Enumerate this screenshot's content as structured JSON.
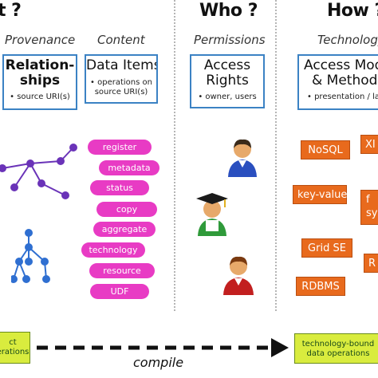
{
  "columns": [
    {
      "heading": "t ?",
      "subheads": [
        "Provenance",
        "Content"
      ]
    },
    {
      "heading": "Who ?",
      "subheads": [
        "Permissions"
      ]
    },
    {
      "heading": "How ?",
      "subheads": [
        "Technology"
      ]
    }
  ],
  "boxes": [
    {
      "title_line1": "Relation-",
      "title_line2": "ships",
      "bullet": "• source URI(s)"
    },
    {
      "title_line1": "Data Items",
      "bullet_line1": "• operations on",
      "bullet_line2": "source URI(s)"
    },
    {
      "title_line1": "Access",
      "title_line2": "Rights",
      "bullet": "• owner, users"
    },
    {
      "title_line1": "Access Mod",
      "title_line2": "& Method",
      "bullet": "• presentation / la"
    }
  ],
  "pills": [
    "register",
    "metadata",
    "status",
    "copy",
    "aggregate",
    "technology",
    "resource",
    "UDF"
  ],
  "tags": [
    "NoSQL",
    "XI",
    "key-value",
    "f",
    "sy",
    "Grid SE",
    "R",
    "RDBMS"
  ],
  "footer": {
    "left_line1": "ct",
    "left_line2": "erations",
    "compile": "compile",
    "right_line1": "technology-bound",
    "right_line2": "data operations"
  },
  "colors": {
    "box_border": "#3b82c4",
    "pill": "#e83bc4",
    "tag": "#e86a1d",
    "graph": "#6a33b8",
    "tree": "#2f6fd1",
    "footer_box": "#d9ec3e"
  },
  "icons": [
    "graph-network-icon",
    "tree-hierarchy-icon",
    "owner-user-icon",
    "graduate-user-icon",
    "red-user-icon",
    "compile-arrow-icon"
  ]
}
